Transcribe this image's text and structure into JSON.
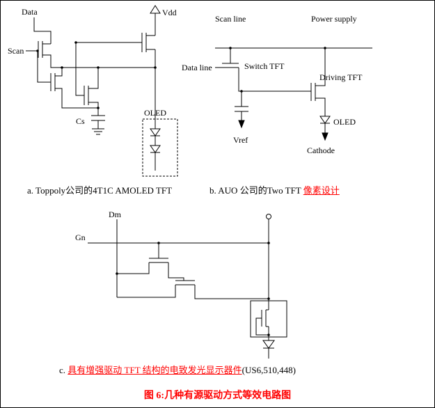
{
  "colors": {
    "line": "#000000",
    "accent_red": "#ff0000",
    "background": "#ffffff"
  },
  "circuit_a": {
    "labels": {
      "data": "Data",
      "vdd": "Vdd",
      "scan": "Scan",
      "cs": "Cs",
      "oled": "OLED"
    },
    "caption": "a. Toppoly公司的4T1C AMOLED TFT"
  },
  "circuit_b": {
    "labels": {
      "scan_line": "Scan line",
      "power_supply": "Power supply",
      "data_line": "Data line",
      "switch_tft": "Switch TFT",
      "driving_tft": "Driving TFT",
      "vref": "Vref",
      "oled": "OLED",
      "cathode": "Cathode"
    },
    "caption_prefix": "b. AUO 公司的Two TFT ",
    "caption_red": "像素设计"
  },
  "circuit_c": {
    "labels": {
      "dm": "Dm",
      "gn": "Gn"
    },
    "caption_prefix": "c. ",
    "caption_red": "具有增强驱动 TFT 结构的电致发光显示器件",
    "caption_suffix": "(US6,510,448)"
  },
  "figure_caption": "图 6:几种有源驱动方式等效电路图"
}
